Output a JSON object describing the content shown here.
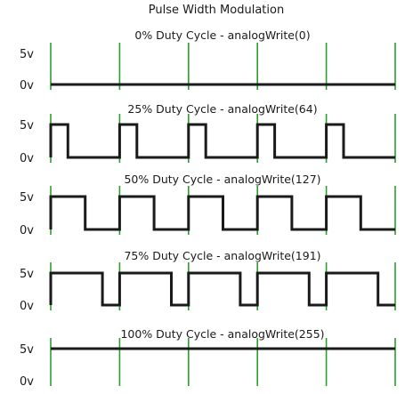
{
  "title": "Pulse Width Modulation",
  "level_labels": {
    "high": "5v",
    "low": "0v"
  },
  "colors": {
    "signal": "#1a1a1a",
    "period_marker": "#2aa02a",
    "text": "#1a1a1a",
    "background": "#ffffff"
  },
  "cycles_shown": 5,
  "chart_data": {
    "type": "line",
    "panels": [
      {
        "title": "0% Duty Cycle - analogWrite(0)",
        "duty": 0.0
      },
      {
        "title": "25% Duty Cycle - analogWrite(64)",
        "duty": 0.25
      },
      {
        "title": "50% Duty Cycle - analogWrite(127)",
        "duty": 0.5
      },
      {
        "title": "75% Duty Cycle - analogWrite(191)",
        "duty": 0.75
      },
      {
        "title": "100% Duty Cycle - analogWrite(255)",
        "duty": 1.0
      }
    ]
  }
}
